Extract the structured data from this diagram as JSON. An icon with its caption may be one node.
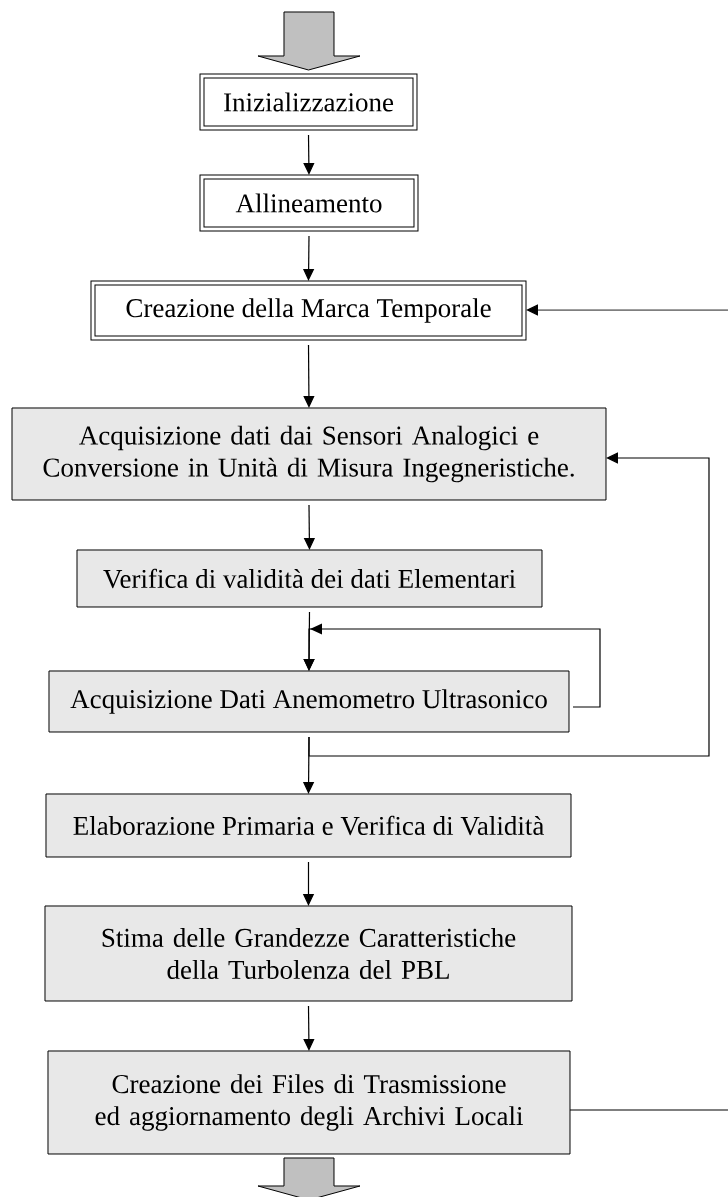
{
  "diagram": {
    "nodes": [
      {
        "text": [
          "Inizializzazione"
        ]
      },
      {
        "text": [
          "Allineamento"
        ]
      },
      {
        "text": [
          "Creazione della Marca Temporale"
        ]
      },
      {
        "text": [
          "Acquisizione dati dai Sensori Analogici e Conversione in Unità di Misura Ingegneristiche."
        ]
      },
      {
        "text": [
          "Verifica di validità dei dati Elementari"
        ]
      },
      {
        "text": [
          "Acquisizione Dati Anemometro Ultrasonico"
        ]
      },
      {
        "text": [
          "Elaborazione Primaria e Verifica di Validità"
        ]
      },
      {
        "text": [
          "Stima delle Grandezze Caratteristiche della Turbolenza del PBL"
        ]
      },
      {
        "text": [
          "Creazione dei Files di Trasmissione ed aggiornamento degli Archivi Locali"
        ]
      }
    ],
    "edges": [
      {
        "from": null,
        "to": 0,
        "arrow": "to",
        "style": "thick",
        "color": "#c0c0c0"
      },
      {
        "from": 0,
        "to": 1,
        "arrow": "to"
      },
      {
        "from": 1,
        "to": 2,
        "arrow": "to"
      },
      {
        "from": 2,
        "to": 3,
        "arrow": "to"
      },
      {
        "from": 3,
        "to": 4,
        "arrow": "to"
      },
      {
        "from": 4,
        "to": 5,
        "arrow": "to"
      },
      {
        "from": 5,
        "to": 5,
        "arrow": "to"
      },
      {
        "from": 5,
        "to": 6,
        "arrow": "to"
      },
      {
        "from": 5,
        "to": 3,
        "arrow": "to"
      },
      {
        "from": 6,
        "to": 7,
        "arrow": "to"
      },
      {
        "from": 7,
        "to": 8,
        "arrow": "to"
      },
      {
        "from": 8,
        "to": 2,
        "arrow": "to"
      },
      {
        "from": 8,
        "to": null,
        "arrow": "to",
        "style": "thick",
        "color": "#c0c0c0"
      }
    ]
  }
}
